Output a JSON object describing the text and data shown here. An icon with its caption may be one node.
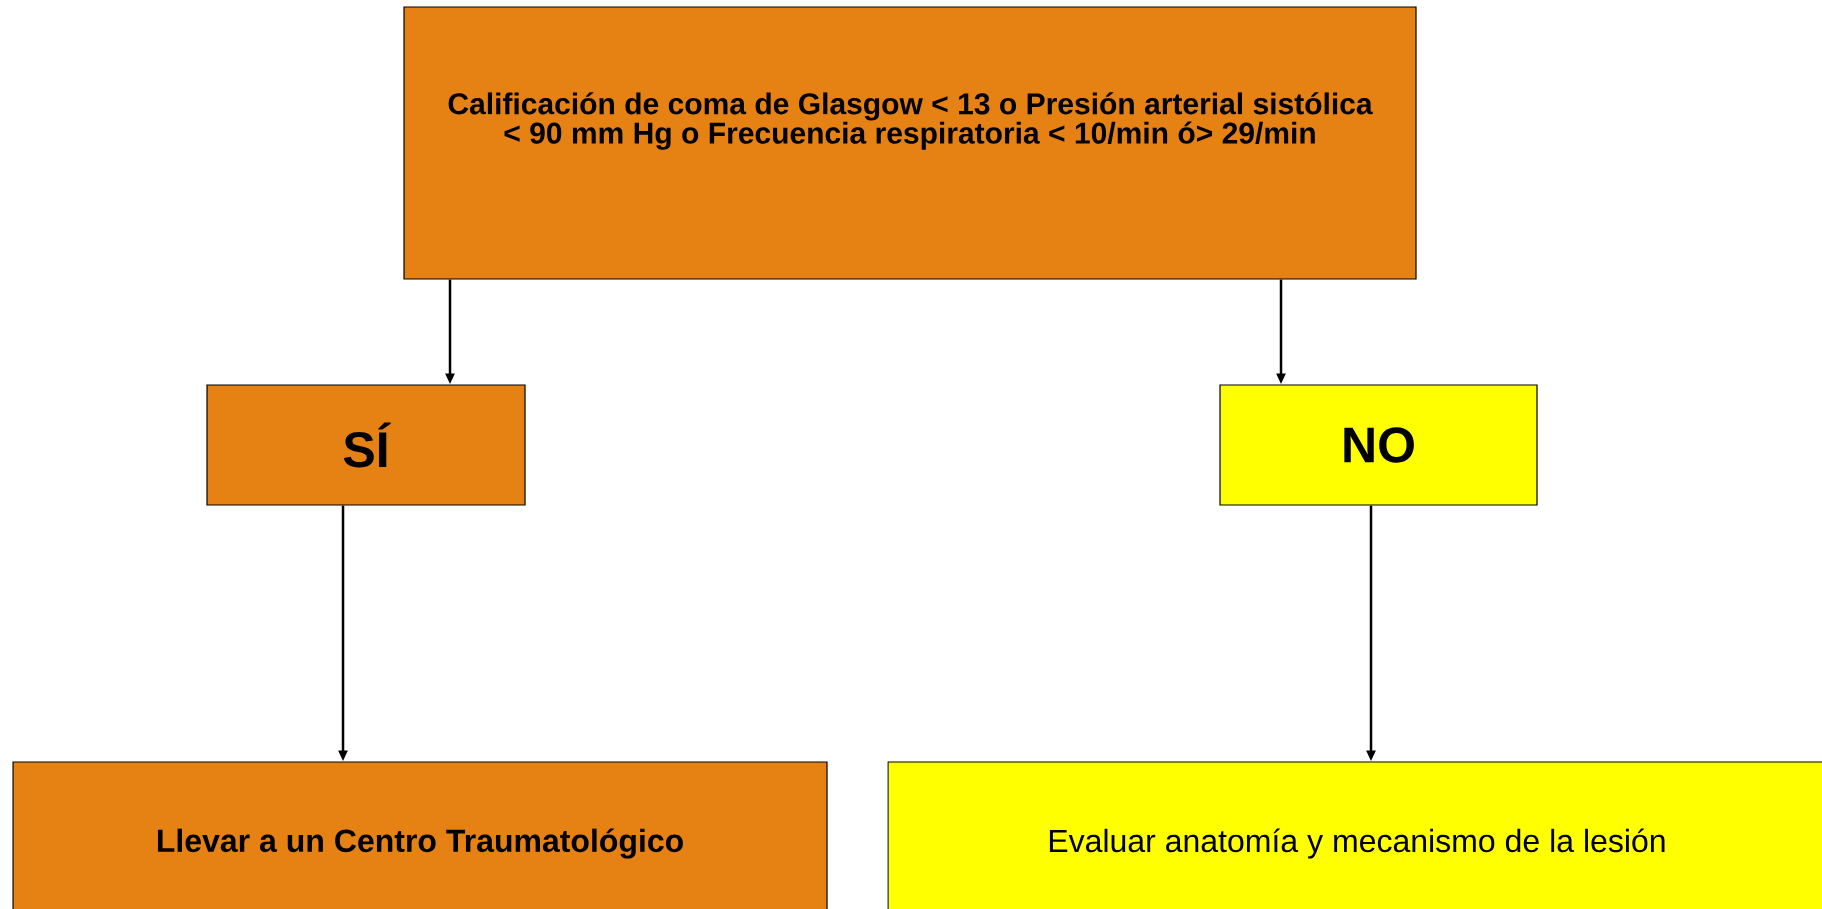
{
  "diagram": {
    "nodes": [
      {
        "text": [
          "Calificación de coma de Glasgow < 13 o Presión arterial sistólica < 90 mm Hg o Frecuencia respiratoria < 10/min ó> 29/min"
        ]
      },
      {
        "text": [
          "SÍ"
        ]
      },
      {
        "text": [
          "NO"
        ]
      },
      {
        "text": [
          "Llevar a un Centro Traumatológico"
        ]
      },
      {
        "text": [
          "Evaluar anatomía y mecanismo de la lesión"
        ]
      }
    ],
    "edges": [
      {
        "from": 0,
        "to": 1,
        "arrow": "to"
      },
      {
        "from": 0,
        "to": 2,
        "arrow": "to"
      },
      {
        "from": 1,
        "to": 3,
        "arrow": "to"
      },
      {
        "from": 2,
        "to": 4,
        "arrow": "to"
      }
    ]
  }
}
